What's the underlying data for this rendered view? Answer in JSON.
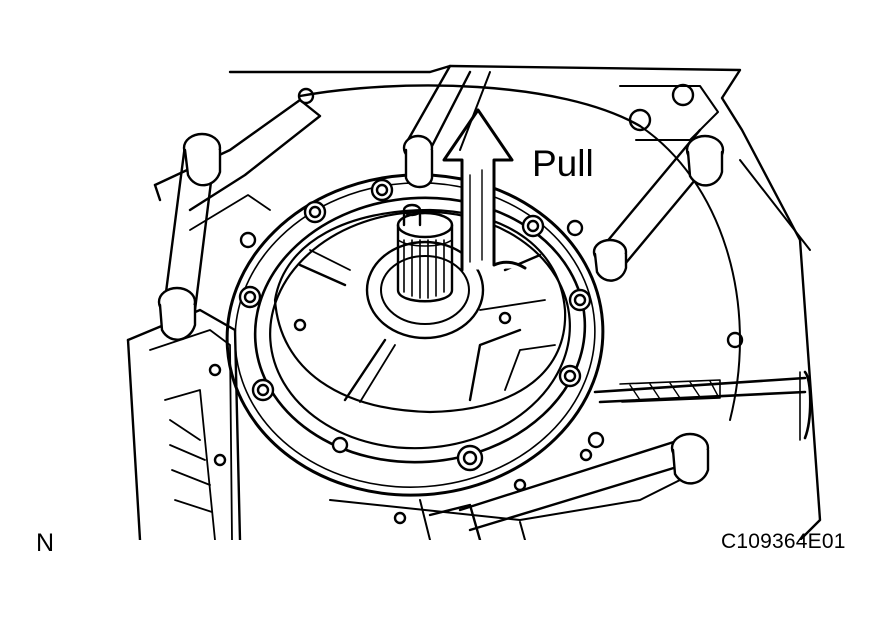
{
  "labels": {
    "pull": "Pull",
    "corner": "N",
    "figure_code": "C109364E01"
  },
  "colors": {
    "ink": "#000000",
    "paper": "#ffffff"
  }
}
